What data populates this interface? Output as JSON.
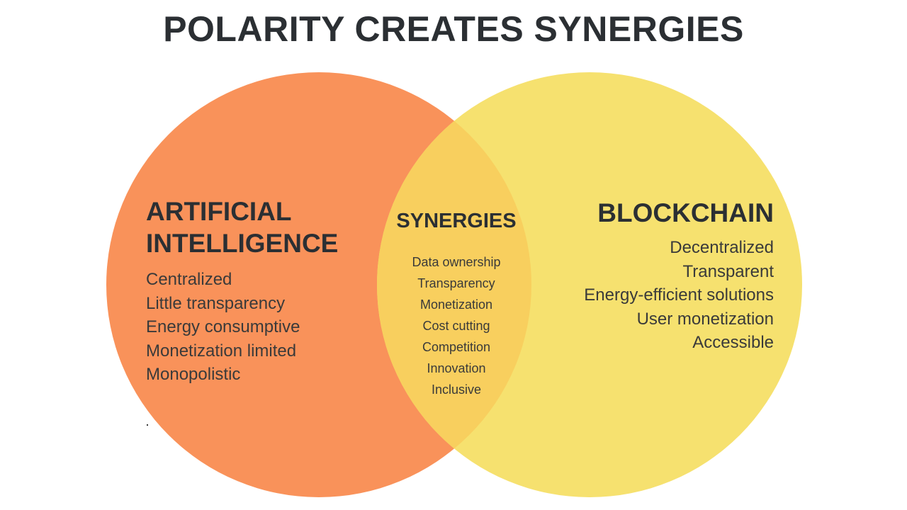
{
  "title": "POLARITY CREATES SYNERGIES",
  "colors": {
    "left_circle": "#f9925a",
    "right_circle": "#f6e16f",
    "overlap": "#f8cf5e",
    "text": "#2b2f33"
  },
  "left": {
    "heading": [
      "ARTIFICIAL",
      "INTELLIGENCE"
    ],
    "items": [
      "Centralized",
      "Little transparency",
      "Energy consumptive",
      "Monetization limited",
      "Monopolistic"
    ]
  },
  "middle": {
    "heading": "SYNERGIES",
    "items": [
      "Data ownership",
      "Transparency",
      "Monetization",
      "Cost cutting",
      "Competition",
      "Innovation",
      "Inclusive"
    ]
  },
  "right": {
    "heading": "BLOCKCHAIN",
    "items": [
      "Decentralized",
      "Transparent",
      "Energy-efficient solutions",
      "User monetization",
      "Accessible"
    ]
  }
}
